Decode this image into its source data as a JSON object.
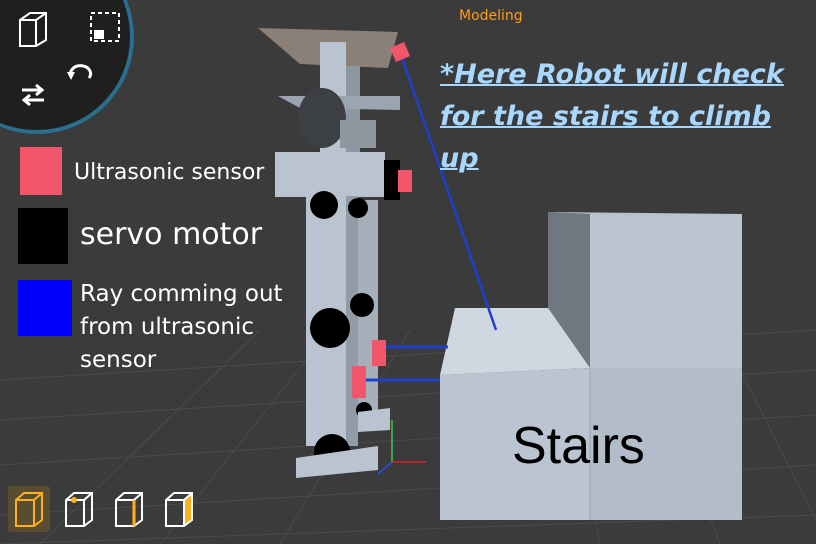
{
  "mode": {
    "label": "Modeling",
    "color": "#ff9c1a"
  },
  "note": {
    "text": "*Here Robot will check for the stairs to climb up",
    "color": "#a8d8ff"
  },
  "legend": [
    {
      "label": "Ultrasonic sensor",
      "color": "#f2566a"
    },
    {
      "label": "servo motor",
      "color": "#000000"
    },
    {
      "label": "Ray comming out from ultrasonic sensor",
      "color": "#0000ff"
    }
  ],
  "stairs": {
    "label": "Stairs"
  },
  "tools": {
    "view_cube": "view-cube-icon",
    "select": "box-select-icon",
    "swap": "swap-arrows-icon",
    "rotate": "rotate-icon"
  },
  "modes": [
    {
      "icon": "object-mode-icon",
      "selected": true
    },
    {
      "icon": "vertex-mode-icon",
      "selected": false
    },
    {
      "icon": "edge-mode-icon",
      "selected": false
    },
    {
      "icon": "face-mode-icon",
      "selected": false
    }
  ],
  "colors": {
    "background": "#3b3b3b",
    "accent": "#ff9c1a",
    "ray": "#1f3fcf",
    "block": "#b9c4d0"
  }
}
